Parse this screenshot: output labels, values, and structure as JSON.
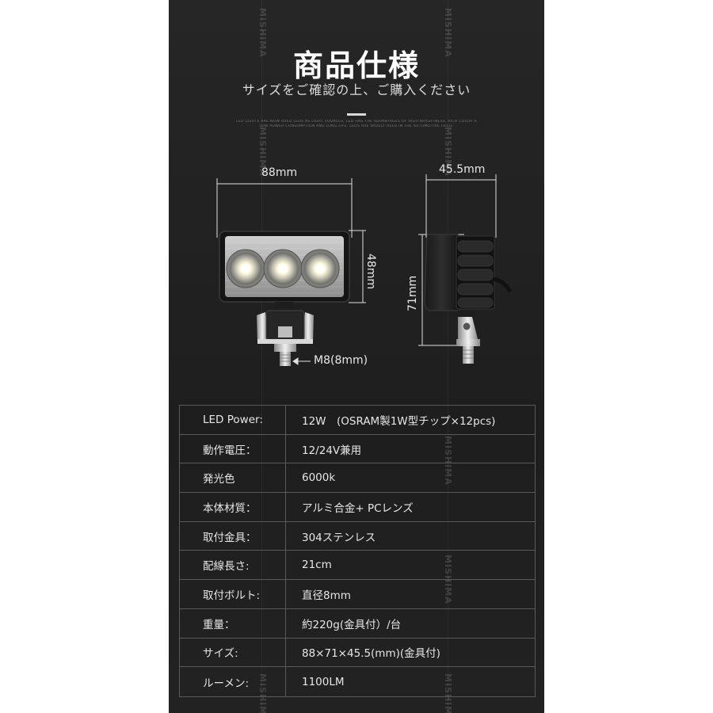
{
  "header": {
    "title": "商品仕様",
    "subtitle": "サイズをご確認の上、ご購入ください",
    "fine_print_1": "LED LIGHTS ARE NOW USED LEDS AS LIGHT SOURCES, LED HAS THE ADVANTAGES OF HIGH BRIGHTNESS, RICH COLOR VARIETY,",
    "fine_print_2": "LOW POWER CONSUMPTION AND LONG LIFE. LEDS ARE WIDELY USED IN THE AUTOMOTIVE FIELD."
  },
  "watermark": {
    "text": "MISHIMA"
  },
  "dimensions": {
    "front_width": "88mm",
    "front_height": "48mm",
    "bolt": "M8(8mm)",
    "side_width": "45.5mm",
    "side_height": "71mm"
  },
  "specs": [
    {
      "label": "LED Power:",
      "value": "12W　(OSRAM製1W型チップ×12pcs)"
    },
    {
      "label": "動作電圧：",
      "value": "12/24V兼用"
    },
    {
      "label": "発光色",
      "value": "6000k"
    },
    {
      "label": "本体材質：",
      "value": "アルミ合金+ PCレンズ"
    },
    {
      "label": "取付金具：",
      "value": "304ステンレス"
    },
    {
      "label": "配線長さ:",
      "value": "21cm"
    },
    {
      "label": "取付ボルト:",
      "value": "直径8mm"
    },
    {
      "label": "重量：",
      "value": " 約220g(金具付）/台"
    },
    {
      "label": "サイズ:",
      "value": "88×71×45.5(mm)(金具付)"
    },
    {
      "label": "ルーメン:",
      "value": "1100LM"
    }
  ],
  "colors": {
    "panel_bg": "#222222",
    "text": "#e6e6e6",
    "border": "#5a5a5a"
  }
}
